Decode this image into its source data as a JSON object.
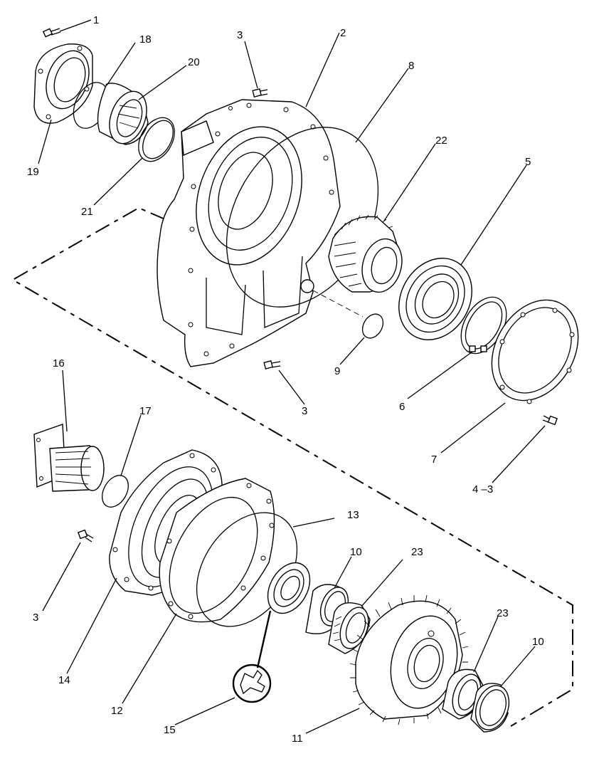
{
  "callouts": [
    {
      "id": "c1",
      "text": "1"
    },
    {
      "id": "c18",
      "text": "18"
    },
    {
      "id": "c20",
      "text": "20"
    },
    {
      "id": "c19",
      "text": "19"
    },
    {
      "id": "c21",
      "text": "21"
    },
    {
      "id": "c3a",
      "text": "3"
    },
    {
      "id": "c2",
      "text": "2"
    },
    {
      "id": "c8",
      "text": "8"
    },
    {
      "id": "c22",
      "text": "22"
    },
    {
      "id": "c5",
      "text": "5"
    },
    {
      "id": "c9",
      "text": "9"
    },
    {
      "id": "c3b",
      "text": "3"
    },
    {
      "id": "c6",
      "text": "6"
    },
    {
      "id": "c7",
      "text": "7"
    },
    {
      "id": "c43",
      "text": "4 –3"
    },
    {
      "id": "c16",
      "text": "16"
    },
    {
      "id": "c17",
      "text": "17"
    },
    {
      "id": "c3c",
      "text": "3"
    },
    {
      "id": "c14",
      "text": "14"
    },
    {
      "id": "c12",
      "text": "12"
    },
    {
      "id": "c13",
      "text": "13"
    },
    {
      "id": "c10a",
      "text": "10"
    },
    {
      "id": "c23a",
      "text": "23"
    },
    {
      "id": "c15",
      "text": "15"
    },
    {
      "id": "c11",
      "text": "11"
    },
    {
      "id": "c23b",
      "text": "23"
    },
    {
      "id": "c10b",
      "text": "10"
    }
  ]
}
